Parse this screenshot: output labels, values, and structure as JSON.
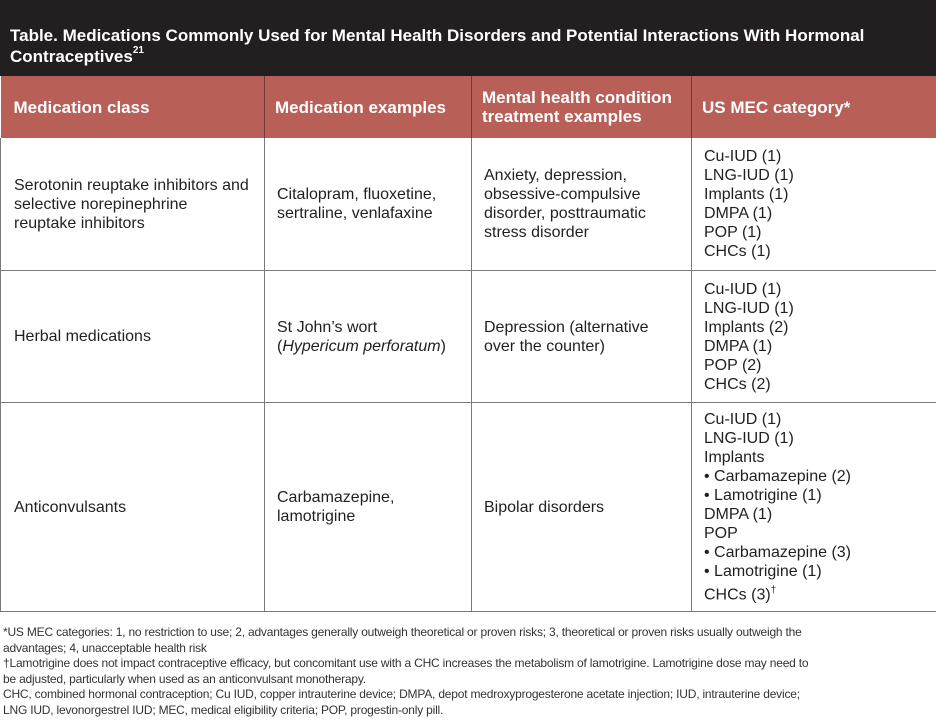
{
  "title": {
    "text": "Table. Medications Commonly Used for Mental Health Disorders and Potential Interactions With Hormonal Contraceptives",
    "ref": "21"
  },
  "headers": [
    "Medication class",
    "Medication examples",
    "Mental health condition treatment examples",
    "US MEC category*"
  ],
  "rows": [
    {
      "class": "Serotonin reuptake inhibitors and selective norepinephrine reuptake inhibitors",
      "examples": "Citalopram, fluoxetine, sertraline, venlafaxine",
      "conditions": "Anxiety, depression, obsessive-compulsive disorder, posttraumatic stress disorder",
      "mec": [
        "Cu-IUD (1)",
        "LNG-IUD (1)",
        "Implants (1)",
        "DMPA (1)",
        "POP (1)",
        "CHCs (1)"
      ]
    },
    {
      "class": "Herbal medications",
      "examples_prefix": "St John’s wort (",
      "examples_italic": "Hypericum perforatum",
      "examples_suffix": ")",
      "conditions": "Depression (alternative over the counter)",
      "mec": [
        "Cu-IUD (1)",
        "LNG-IUD (1)",
        "Implants (2)",
        "DMPA (1)",
        "POP (2)",
        "CHCs (2)"
      ]
    },
    {
      "class": "Anticonvulsants",
      "examples": "Carbamazepine, lamotrigine",
      "conditions": "Bipolar disorders",
      "mec": [
        "Cu-IUD (1)",
        "LNG-IUD (1)",
        "Implants",
        "• Carbamazepine (2)",
        "• Lamotrigine (1)",
        "DMPA (1)",
        "POP",
        "• Carbamazepine (3)",
        "• Lamotrigine (1)",
        "CHCs (3)"
      ],
      "mec_last_mark": "†"
    }
  ],
  "footnotes": [
    "*US MEC categories: 1, no restriction to use; 2, advantages generally outweigh theoretical or proven risks; 3, theoretical or proven risks usually outweigh the",
    "advantages; 4, unacceptable health risk",
    "†Lamotrigine does not impact contraceptive efficacy, but concomitant use with a CHC increases the metabolism of lamotrigine. Lamotrigine dose may need to",
    "be adjusted, particularly when used as an anticonvulsant monotherapy.",
    "CHC, combined hormonal contraception; Cu IUD, copper intrauterine device; DMPA, depot medroxyprogesterone acetate injection; IUD, intrauterine device;",
    "LNG IUD, levonorgestrel IUD; MEC, medical eligibility criteria; POP, progestin-only pill."
  ],
  "colors": {
    "title_bg": "#231f20",
    "header_bg": "#b86058"
  }
}
